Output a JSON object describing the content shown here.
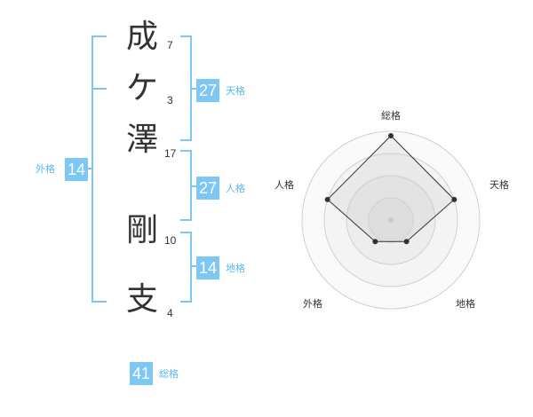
{
  "name_chars": [
    {
      "char": "成",
      "strokes": "7"
    },
    {
      "char": "ケ",
      "strokes": "3"
    },
    {
      "char": "澤",
      "strokes": "17"
    },
    {
      "char": "剛",
      "strokes": "10"
    },
    {
      "char": "支",
      "strokes": "4"
    }
  ],
  "fortunes": {
    "tenkaku": {
      "label": "天格",
      "value": "27"
    },
    "jinkaku": {
      "label": "人格",
      "value": "27"
    },
    "chikaku": {
      "label": "地格",
      "value": "14"
    },
    "gaikaku": {
      "label": "外格",
      "value": "14"
    },
    "soukaku": {
      "label": "総格",
      "value": "41"
    }
  },
  "radar": {
    "labels": {
      "top": "総格",
      "right": "天格",
      "bottom_right": "地格",
      "bottom_left": "外格",
      "left": "人格"
    },
    "levels": 4,
    "values": {
      "top": 0.95,
      "right": 0.75,
      "bottom_right": 0.3,
      "bottom_left": 0.3,
      "left": 0.75
    }
  },
  "colors": {
    "accent": "#7cc7f4",
    "bracket": "#7cc7f4",
    "text": "#333333"
  }
}
